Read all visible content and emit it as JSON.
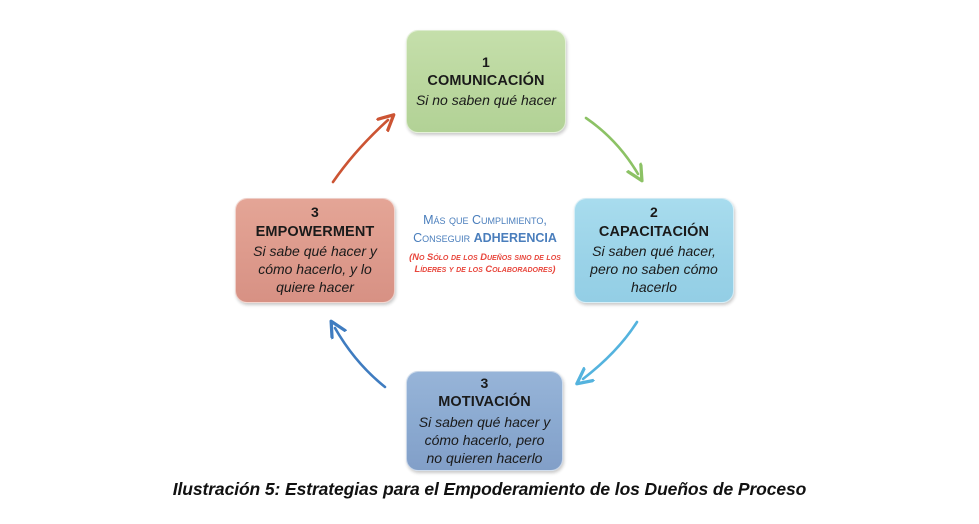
{
  "figure": {
    "caption": "Ilustración 5: Estrategias para el Empoderamiento de los Dueños de Proceso"
  },
  "center": {
    "line1": "Más que Cumplimiento,",
    "line2_prefix": "Conseguir ",
    "line2_strong": "ADHERENCIA",
    "note_line1": "(No Sólo de los Dueños sino de los",
    "note_line2": "Líderes y de los Colaboradores)",
    "text_color": "#4a7ebc",
    "note_color": "#e8463c"
  },
  "nodes": [
    {
      "id": "comunicacion",
      "number": "1",
      "title": "COMUNICACIÓN",
      "description": "Si no saben qué hacer",
      "color": "#bad79e"
    },
    {
      "id": "capacitacion",
      "number": "2",
      "title": "CAPACITACIÓN",
      "description": "Si saben qué hacer, pero no saben cómo hacerlo",
      "color": "#9bd3e8"
    },
    {
      "id": "motivacion",
      "number": "3",
      "title": "MOTIVACIÓN",
      "description": "Si saben qué hacer y cómo hacerlo, pero no quieren hacerlo",
      "color": "#8aa9d0"
    },
    {
      "id": "empowerment",
      "number": "3",
      "title": "EMPOWERMENT",
      "description": "Si sabe qué hacer y cómo hacerlo, y lo quiere hacer",
      "color": "#dd9a8c"
    }
  ],
  "arrows": [
    {
      "id": "comunicacion-to-capacitacion",
      "color": "#8cc265",
      "direction": "down-right"
    },
    {
      "id": "capacitacion-to-motivacion",
      "color": "#54b3de",
      "direction": "down-left"
    },
    {
      "id": "motivacion-to-empowerment",
      "color": "#3f7cc0",
      "direction": "up-left"
    },
    {
      "id": "empowerment-to-comunicacion",
      "color": "#cc5433",
      "direction": "up-right"
    }
  ]
}
